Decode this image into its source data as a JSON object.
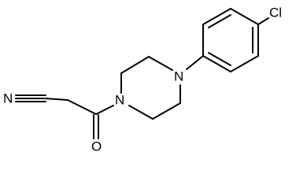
{
  "structure": {
    "atoms": {
      "nitrogen_nitrile": "N",
      "nitrogen_amide": "N",
      "nitrogen_aryl": "N",
      "oxygen_carbonyl": "O",
      "chlorine": "Cl"
    },
    "colors": {
      "bond": "#000000",
      "label": "#000000",
      "background": "#ffffff"
    }
  }
}
